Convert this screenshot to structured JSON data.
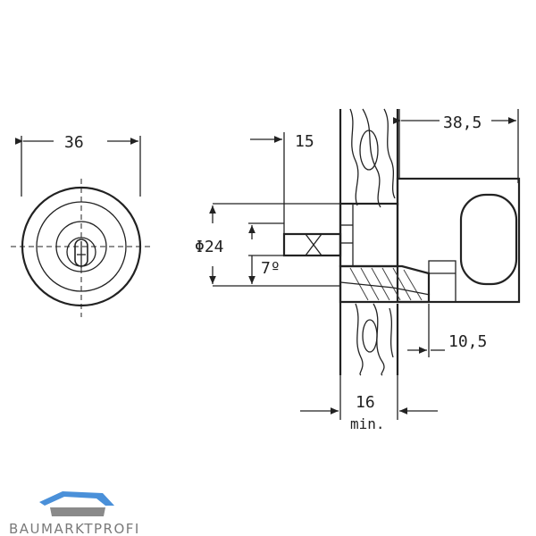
{
  "drawing": {
    "front_view": {
      "width_label": "36"
    },
    "side_view": {
      "dim_15": "15",
      "dim_38_5": "38,5",
      "dim_diameter": "Φ24",
      "dim_7": "7º",
      "dim_10_5": "10,5",
      "dim_16": "16",
      "dim_min": "min."
    }
  },
  "logo": {
    "text": "BAUMARKTPROFI",
    "colors": {
      "roof": "#4a90d9",
      "body": "#8a8a8a"
    }
  }
}
